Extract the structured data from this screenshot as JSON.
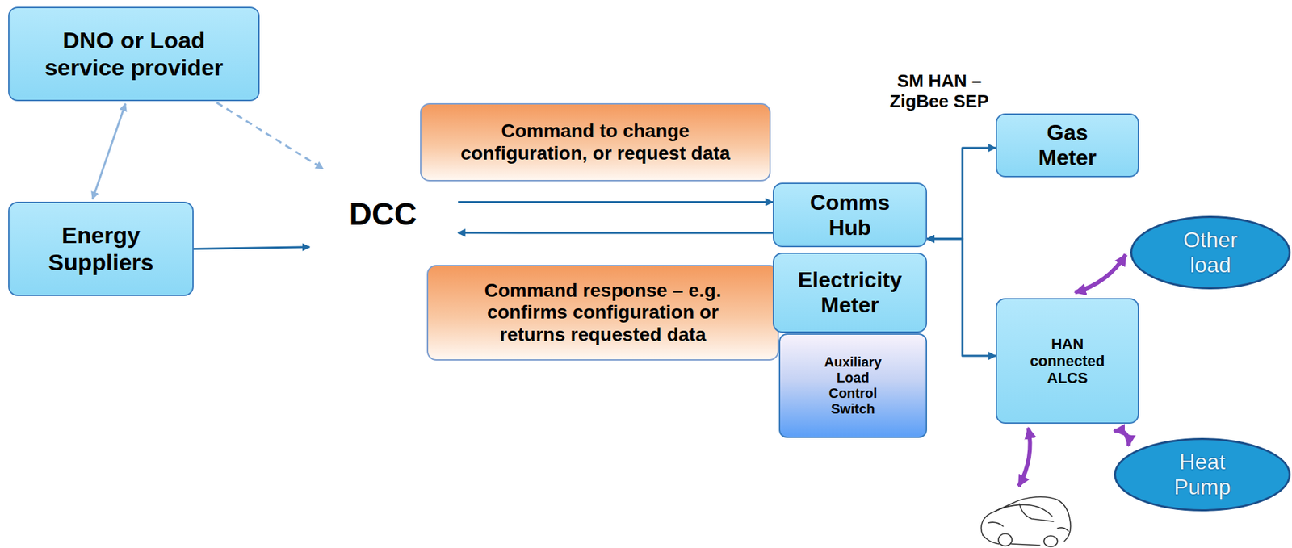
{
  "diagram": {
    "nodes": [
      {
        "text": [
          "DNO or Load service provider"
        ]
      },
      {
        "text": [
          "Energy Suppliers"
        ]
      },
      {
        "text": [
          "DCC"
        ]
      },
      {
        "text": [
          "Command to change configuration, or request data"
        ]
      },
      {
        "text": [
          "Command response – e.g. confirms configuration or returns requested data"
        ]
      },
      {
        "text": [
          "SM HAN – ZigBee SEP"
        ]
      },
      {
        "text": [
          "Comms Hub"
        ]
      },
      {
        "text": [
          "Electricity Meter"
        ]
      },
      {
        "text": [
          "Auxiliary Load Control Switch"
        ]
      },
      {
        "text": [
          "Gas Meter"
        ],
        "in": 5
      },
      {
        "text": [
          "HAN connected ALCS"
        ],
        "in": 5
      },
      {
        "text": [
          "Other load"
        ]
      },
      {
        "text": [
          "Heat Pump"
        ]
      }
    ],
    "edges": [
      {
        "from": 0,
        "to": 1,
        "arrow": "both"
      },
      {
        "from": 0,
        "to": 2,
        "arrow": "to"
      },
      {
        "from": 1,
        "to": 2,
        "arrow": "to"
      },
      {
        "from": 2,
        "to": 6,
        "arrow": "to"
      },
      {
        "from": 6,
        "to": 2,
        "arrow": "to"
      },
      {
        "from": 6,
        "to": 9,
        "arrow": "both"
      },
      {
        "from": 6,
        "to": 10,
        "arrow": "both"
      },
      {
        "from": 10,
        "to": 11,
        "arrow": "both"
      },
      {
        "from": 10,
        "to": 12,
        "arrow": "both"
      }
    ]
  }
}
